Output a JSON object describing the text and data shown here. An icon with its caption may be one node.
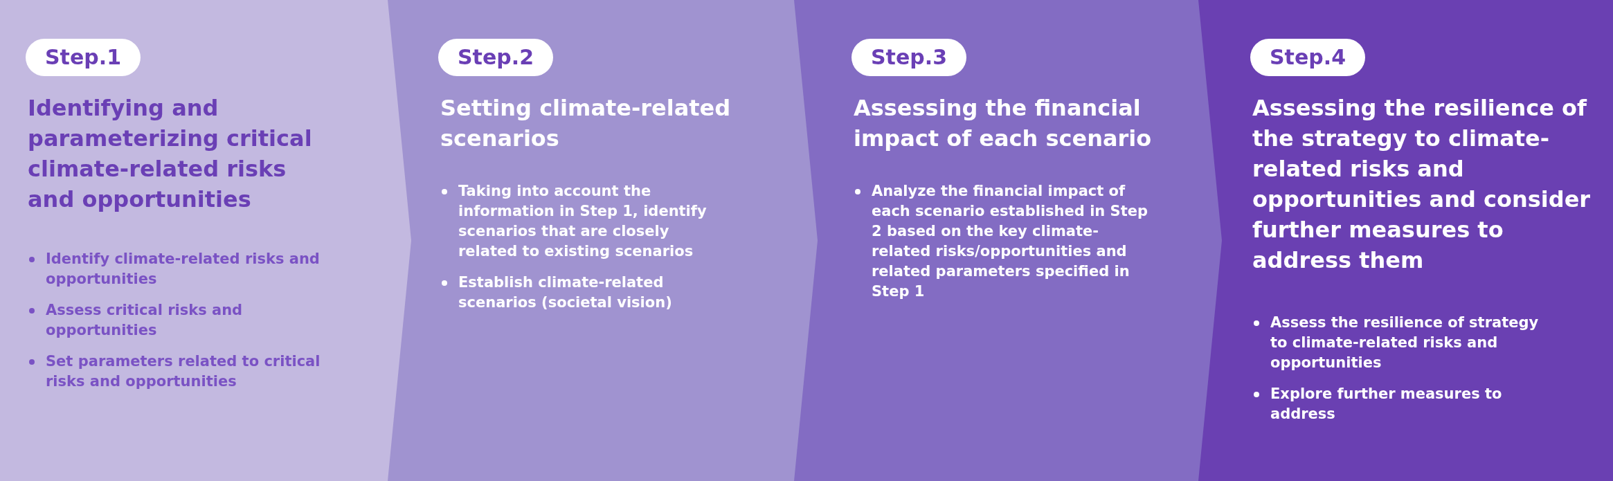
{
  "diagram": {
    "nodes": [
      {
        "text": [
          "Identifying and parameterizing critical climate-related risks and opportunities",
          "Identify climate-related risks and opportunities",
          "Assess critical risks and opportunities",
          "Set parameters related to critical risks and opportunities"
        ]
      },
      {
        "text": [
          "Step.1"
        ],
        "in": 0
      },
      {
        "text": [
          "Setting climate-related scenarios",
          "Taking into account the information in Step 1, identify scenarios that are closely related to existing scenarios",
          "Establish climate-related scenarios (societal vision)"
        ]
      },
      {
        "text": [
          "Step.2"
        ],
        "in": 2
      },
      {
        "text": [
          "Assessing the financial impact of each scenario",
          "Analyze the financial impact of each scenario established in Step 2 based on the key climate-related risks/opportunities and related parameters specified in Step 1"
        ]
      },
      {
        "text": [
          "Step.3"
        ],
        "in": 4
      },
      {
        "text": [
          "Assessing the resilience of the strategy to climate-related risks and opportunities and consider further measures to address them",
          "Assess the resilience of strategy to climate-related risks and opportunities",
          "Explore further measures to address"
        ]
      },
      {
        "text": [
          "Step.4"
        ],
        "in": 6
      }
    ]
  }
}
